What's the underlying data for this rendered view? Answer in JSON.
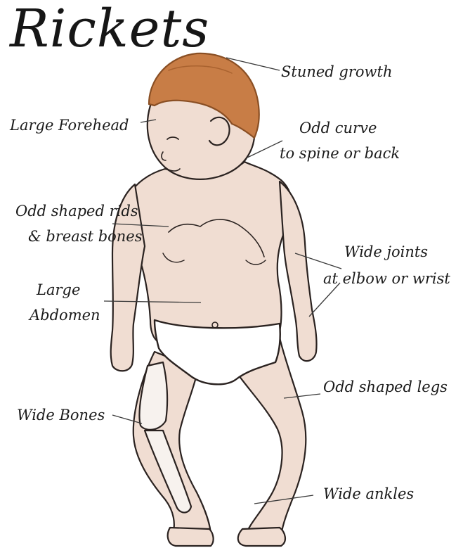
{
  "title": "Rickets",
  "labels": {
    "stunted_growth": "Stuned growth",
    "large_forehead": "Large Forehead",
    "odd_curve_1": "Odd curve",
    "odd_curve_2": "to spine or back",
    "odd_ribs_1": "Odd shaped rids",
    "odd_ribs_2": "& breast bones",
    "wide_joints_1": "Wide joints",
    "wide_joints_2": "at elbow or wrist",
    "large_abdomen_1": "Large",
    "large_abdomen_2": "Abdomen",
    "odd_legs": "Odd shaped legs",
    "wide_bones": "Wide Bones",
    "wide_ankles": "Wide ankles"
  },
  "colors": {
    "skin": "#f0ddd2",
    "skin_shadow": "#e4c7b9",
    "hair": "#c87d46",
    "hair_dark": "#a9622f",
    "outline": "#2a2220",
    "diaper": "#ffffff",
    "bone": "#f7f2ee"
  }
}
